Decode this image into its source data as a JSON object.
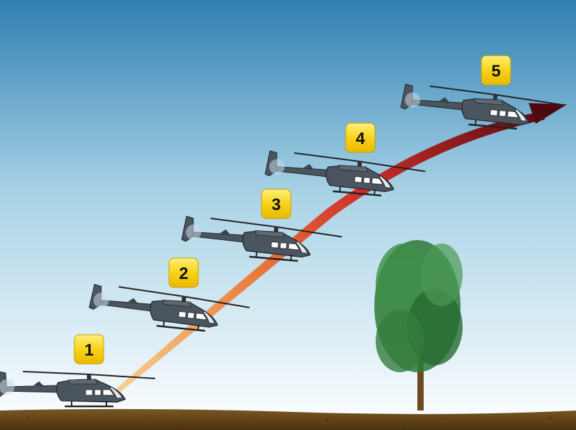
{
  "colors": {
    "sky_top": "#2f7fb2",
    "sky_mid": "#a9d3e6",
    "sky_bottom": "#ffffff",
    "ground": "#6b4a1c",
    "path_start": "#f4c57a",
    "path_mid": "#e4542a",
    "path_end": "#5a0a10",
    "badge": "#f7d21a",
    "helicopter_body": "#4b5560",
    "tree_foliage": "#2f7a3a"
  },
  "steps": [
    {
      "label": "1"
    },
    {
      "label": "2"
    },
    {
      "label": "3"
    },
    {
      "label": "4"
    },
    {
      "label": "5"
    }
  ],
  "icons": {
    "helicopter": "helicopter-icon",
    "tree": "tree-icon",
    "arrow": "flight-path-arrow"
  }
}
